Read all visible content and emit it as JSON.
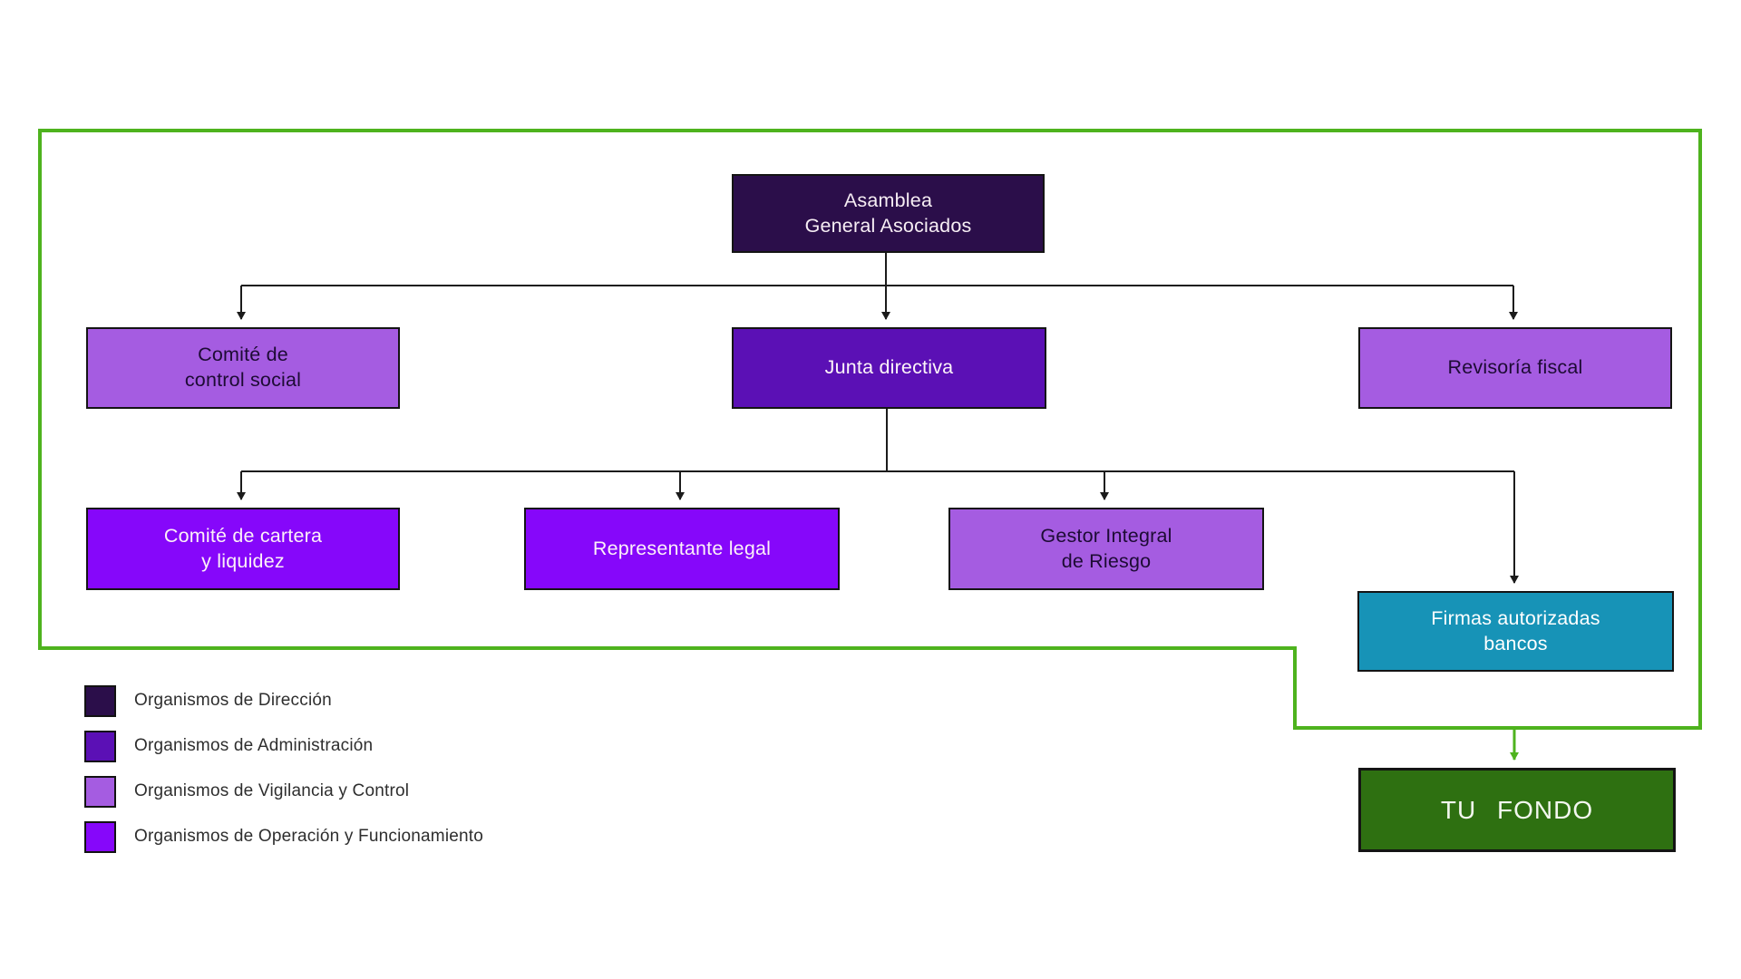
{
  "diagram": {
    "nodes": {
      "asamblea": {
        "label": "Asamblea\nGeneral Asociados",
        "category": "direccion",
        "bg": "#2b0e4a",
        "text_color": "#f7eef4"
      },
      "comite_control_social": {
        "label": "Comité de\ncontrol social",
        "category": "vigilancia",
        "bg": "#a55ce1",
        "text_color": "#1d0b34"
      },
      "junta_directiva": {
        "label": "Junta directiva",
        "category": "administracion",
        "bg": "#5b10b5",
        "text_color": "#fdf5f9"
      },
      "revisoria_fiscal": {
        "label": "Revisoría fiscal",
        "category": "vigilancia",
        "bg": "#a55ce1",
        "text_color": "#1d0b34"
      },
      "comite_cartera": {
        "label": "Comité de cartera\ny liquidez",
        "category": "operacion",
        "bg": "#8607fa",
        "text_color": "#fcf0f8"
      },
      "representante_legal": {
        "label": "Representante legal",
        "category": "operacion",
        "bg": "#8607fa",
        "text_color": "#fcf0f8"
      },
      "gestor_riesgo": {
        "label": "Gestor Integral\nde Riesgo",
        "category": "vigilancia",
        "bg": "#a55ce1",
        "text_color": "#1d0b34"
      },
      "firmas_bancos": {
        "label": "Firmas autorizadas\nbancos",
        "bg": "#1793b7",
        "text_color": "#ffffff"
      },
      "tu_fondo": {
        "label": "TU FONDO",
        "bg": "#2e7011",
        "text_color": "#f3f7ef"
      }
    }
  },
  "legend": {
    "items": [
      {
        "label": "Organismos de Dirección",
        "color": "#2b0e4a"
      },
      {
        "label": "Organismos de Administración",
        "color": "#5b10b5"
      },
      {
        "label": "Organismos de Vigilancia y Control",
        "color": "#a55ce1"
      },
      {
        "label": "Organismos de Operación y Funcionamiento",
        "color": "#8607fa"
      }
    ]
  },
  "colors": {
    "container_border_green": "#4eb31e",
    "arrow_green": "#4eb31e",
    "connector_black": "#1b1b1b",
    "box_border_black": "#141414",
    "background": "#ffffff"
  }
}
